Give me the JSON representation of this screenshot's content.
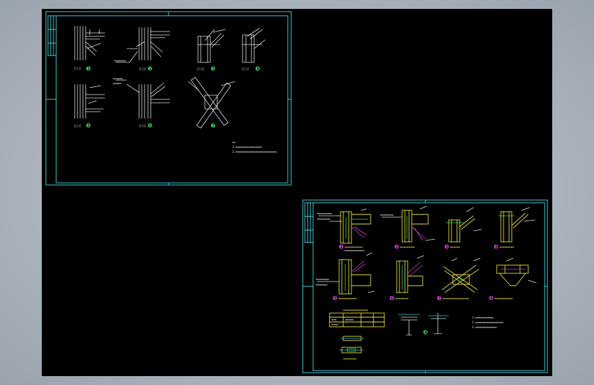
{
  "colors": {
    "background": "#abb3bd",
    "viewport": "#000000",
    "frame": "#3fd0d8",
    "member_white": "#e8e8e8",
    "member_yellow": "#f0e23a",
    "badge_green": "#3ee06a",
    "badge_magenta": "#e040e0"
  },
  "sheet1": {
    "details": [
      {
        "id": "s1-d1",
        "badge": "1"
      },
      {
        "id": "s1-d2",
        "badge": "2"
      },
      {
        "id": "s1-d3",
        "badge": "3"
      },
      {
        "id": "s1-d4",
        "badge": "4"
      },
      {
        "id": "s1-d5",
        "badge": "5"
      },
      {
        "id": "s1-d6",
        "badge": "6"
      },
      {
        "id": "s1-d7",
        "badge": "7"
      }
    ]
  },
  "sheet2": {
    "details": [
      {
        "id": "s2-d1",
        "badge": "1"
      },
      {
        "id": "s2-d2",
        "badge": "2"
      },
      {
        "id": "s2-d3",
        "badge": "3"
      },
      {
        "id": "s2-d4",
        "badge": "4"
      },
      {
        "id": "s2-d5",
        "badge": "5"
      },
      {
        "id": "s2-d6",
        "badge": "6"
      },
      {
        "id": "s2-d7",
        "badge": "7"
      },
      {
        "id": "s2-d8",
        "badge": "8"
      }
    ],
    "section_badge": "A"
  }
}
